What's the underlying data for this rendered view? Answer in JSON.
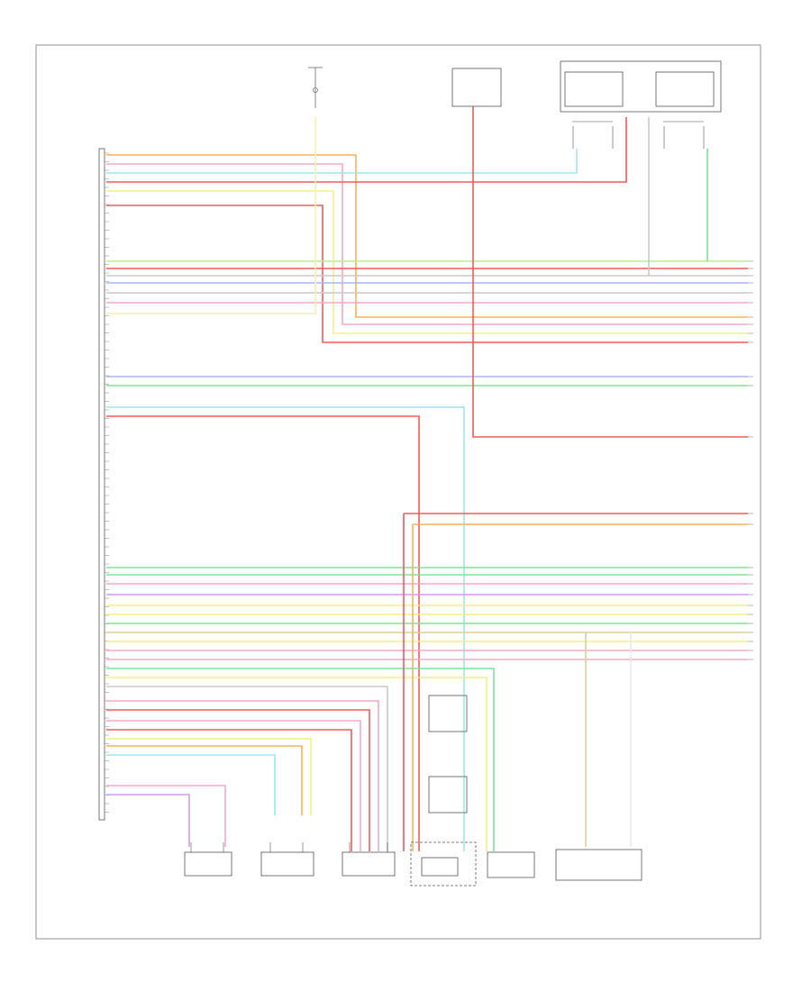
{
  "diagram": {
    "title": "",
    "figure_code": "",
    "module_label": "",
    "top_notes": "",
    "components": [
      {
        "id": "rf-seat-belt-sensor",
        "label": ""
      },
      {
        "id": "pass-seat-belt-sensor",
        "label": ""
      },
      {
        "id": "rf-side-airbag",
        "label": ""
      },
      {
        "id": "lf-side-airbag-retractor",
        "label": ""
      },
      {
        "id": "lf-side-airbag",
        "label": ""
      },
      {
        "id": "lf-seat-sensor",
        "label": ""
      }
    ],
    "wire_colors": {
      "pink": "#f7a9c4",
      "red": "#f25b5b",
      "orange": "#f7b25a",
      "yellow": "#f4ee8a",
      "lightyellow": "#f6f2b0",
      "cyan": "#9ee6f2",
      "green": "#7fe39a",
      "lime": "#b9ef8a",
      "blue": "#a6b8f2",
      "violet": "#d39af0",
      "gray": "#c9c9c9",
      "tan": "#e0cf9a",
      "white": "#e9e9e9"
    }
  }
}
